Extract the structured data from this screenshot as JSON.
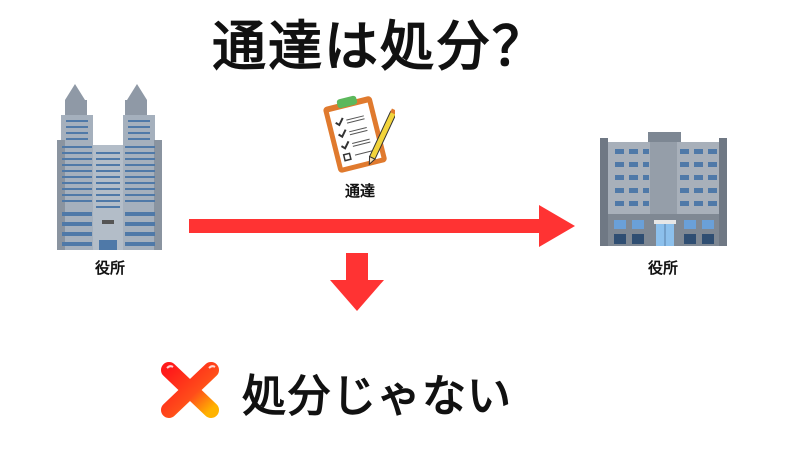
{
  "title": "通達は処分？",
  "left_building": {
    "label": "役所",
    "icon": "twin-tower-government-building-icon"
  },
  "right_building": {
    "label": "役所",
    "icon": "office-building-icon"
  },
  "document": {
    "label": "通達",
    "icon": "clipboard-checklist-icon"
  },
  "result": {
    "text": "処分じゃない",
    "icon": "cross-mark-icon"
  },
  "colors": {
    "arrow": "#ff3333",
    "text": "#111111",
    "background": "#ffffff",
    "cross_start": "#ff1a1a",
    "cross_end": "#ffb300"
  }
}
